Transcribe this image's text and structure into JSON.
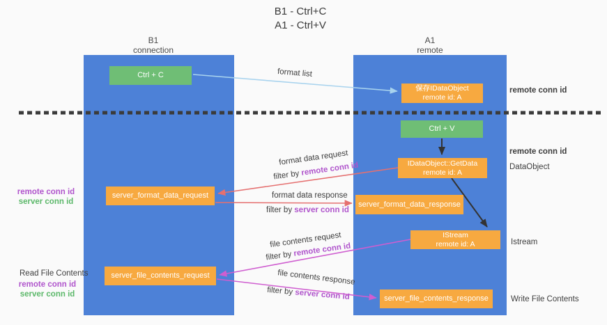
{
  "title": {
    "line1": "B1 - Ctrl+C",
    "line2": "A1 - Ctrl+V"
  },
  "lanes": {
    "left": {
      "name": "B1",
      "subtitle": "connection"
    },
    "right": {
      "name": "A1",
      "subtitle": "remote"
    }
  },
  "nodes": {
    "ctrl_c": {
      "label": "Ctrl + C"
    },
    "save_idataobject": {
      "line1": "保存IDataObject",
      "line2": "remote id: A"
    },
    "ctrl_v": {
      "label": "Ctrl + V"
    },
    "getdata": {
      "line1": "IDataObject::GetData",
      "line2": "remote id: A"
    },
    "server_format_data_request": {
      "label": "server_format_data_request"
    },
    "server_format_data_response": {
      "label": "server_format_data_response"
    },
    "istream": {
      "line1": "IStream",
      "line2": "remote id: A"
    },
    "server_file_contents_request": {
      "label": "server_file_contents_request"
    },
    "server_file_contents_response": {
      "label": "server_file_contents_response"
    }
  },
  "edges": {
    "format_list": {
      "label": "format list"
    },
    "format_data_request": {
      "label": "format data request",
      "filter_prefix": "filter by",
      "filter_key": "remote conn id"
    },
    "format_data_response": {
      "label": "format data response",
      "filter_prefix": "filter by",
      "filter_key": "server conn id"
    },
    "file_contents_request": {
      "label": "file contents request",
      "filter_prefix": "filter by",
      "filter_key": "remote conn id"
    },
    "file_contents_response": {
      "label": "file contents response",
      "filter_prefix": "filter by",
      "filter_key": "server conn id"
    }
  },
  "side_labels": {
    "right_remote_conn_id_top": "remote conn id",
    "right_remote_conn_id_mid": "remote conn id",
    "dataobject": "DataObject",
    "istream": "Istream",
    "write_file_contents": "Write File Contents",
    "left_remote_conn_id": "remote conn id",
    "left_server_conn_id": "server conn id",
    "read_file_contents": "Read File Contents",
    "left_remote_conn_id_2": "remote conn id",
    "left_server_conn_id_2": "server conn id"
  },
  "colors": {
    "background": "#fafafa",
    "lane_blue": "#4d81d7",
    "node_green": "#6fbe75",
    "node_orange": "#f7a940",
    "arrow_red": "#e57070",
    "arrow_magenta": "#cf5ed0",
    "arrow_lightblue": "#a8d3ee",
    "arrow_black": "#333333",
    "text_purple": "#b055cc",
    "text_green": "#5cb86a"
  }
}
